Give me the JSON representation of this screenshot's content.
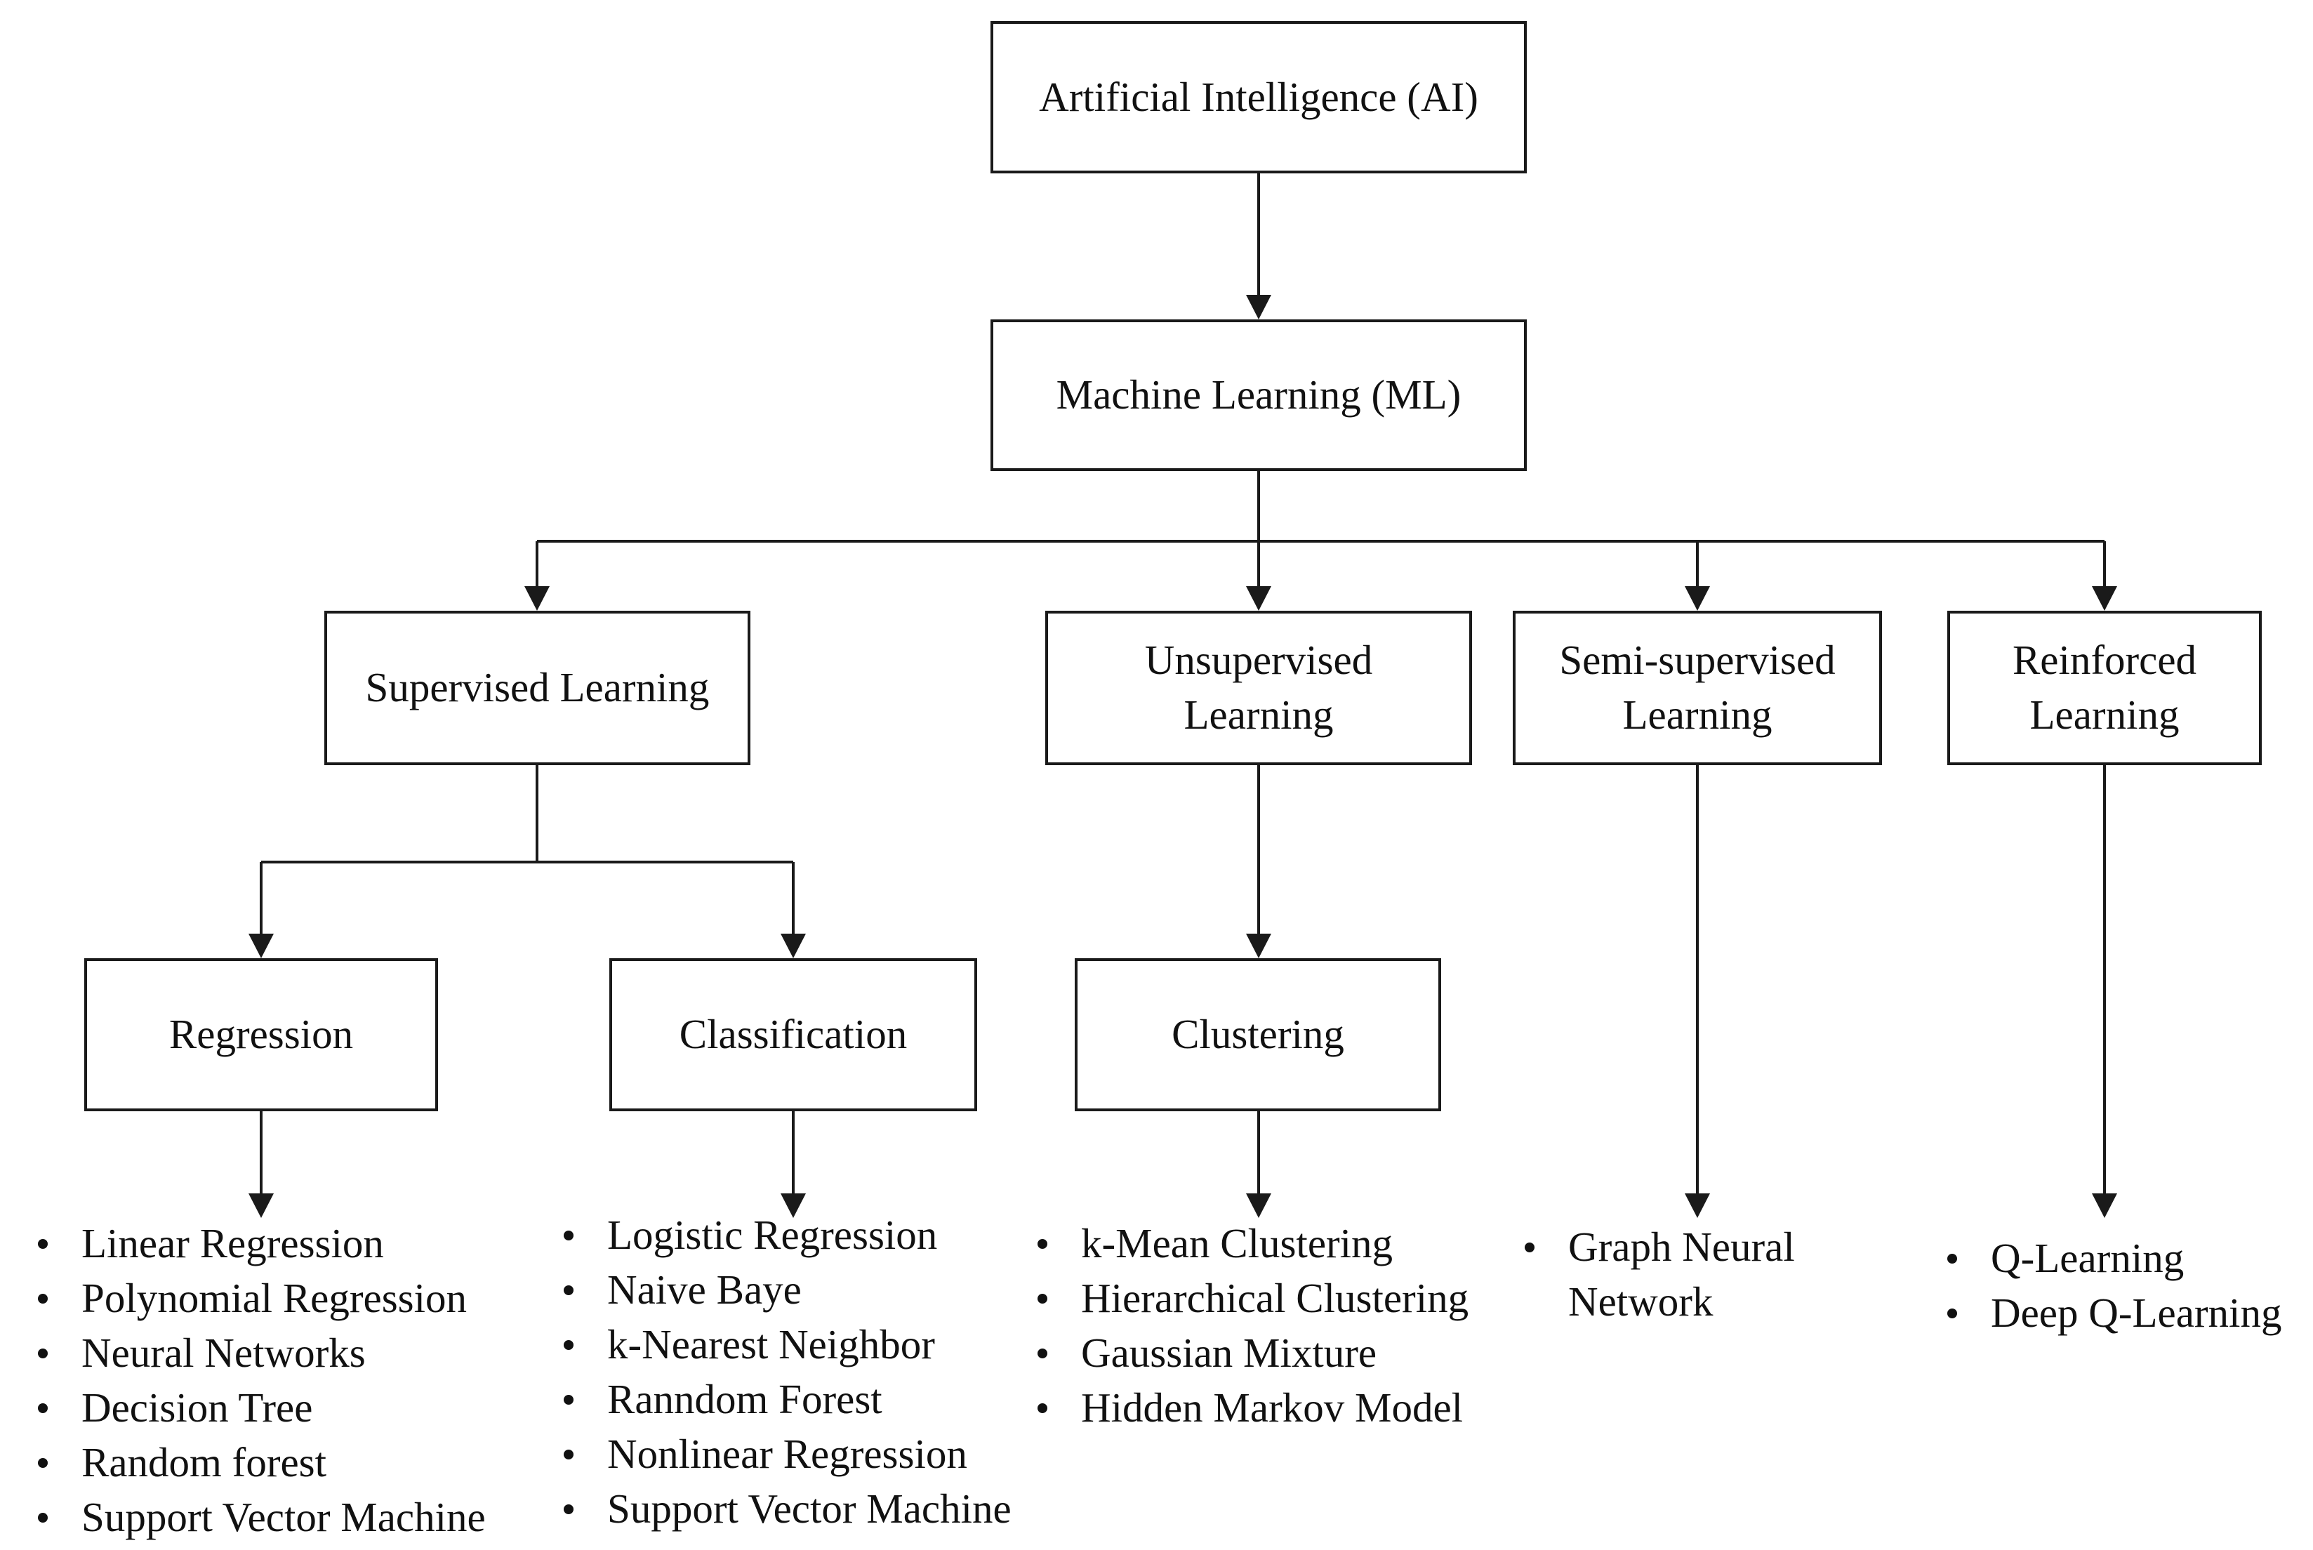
{
  "nodes": {
    "ai": "Artificial Intelligence (AI)",
    "ml": "Machine Learning (ML)",
    "supervised": "Supervised Learning",
    "unsupervised": "Unsupervised\nLearning",
    "semi_supervised": "Semi-supervised\nLearning",
    "reinforced": "Reinforced\nLearning",
    "regression": "Regression",
    "classification": "Classification",
    "clustering": "Clustering"
  },
  "lists": {
    "regression": [
      "Linear Regression",
      "Polynomial Regression",
      "Neural Networks",
      "Decision Tree",
      "Random forest",
      "Support Vector Machine"
    ],
    "classification": [
      "Logistic Regression",
      "Naive Baye",
      "k-Nearest Neighbor",
      "Ranndom Forest",
      "Nonlinear Regression",
      "Support Vector Machine"
    ],
    "clustering": [
      "k-Mean Clustering",
      "Hierarchical Clustering",
      "Gaussian Mixture",
      "Hidden Markov Model"
    ],
    "semi_supervised": [
      "Graph Neural\nNetwork"
    ],
    "reinforced": [
      "Q-Learning",
      "Deep Q-Learning"
    ]
  },
  "colors": {
    "stroke": "#1a1a1a",
    "background": "#ffffff",
    "text": "#111111"
  }
}
